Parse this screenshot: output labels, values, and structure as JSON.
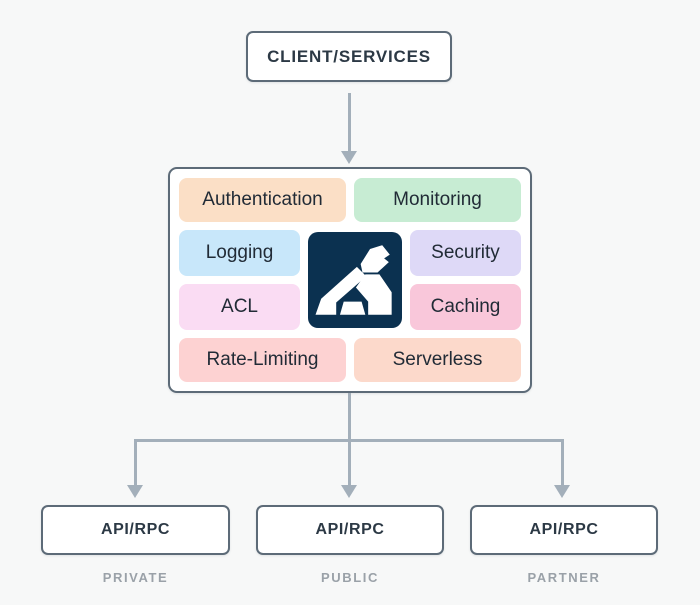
{
  "client_node": {
    "label": "CLIENT/SERVICES"
  },
  "gateway": {
    "logo": {
      "name": "kong-gorilla",
      "background": "#0b3150",
      "glyph_color": "#ffffff"
    },
    "plugins": [
      {
        "label": "Authentication",
        "color": "#fbdfc6"
      },
      {
        "label": "Monitoring",
        "color": "#c7ecd3"
      },
      {
        "label": "Logging",
        "color": "#c8e7fa"
      },
      {
        "label": "Security",
        "color": "#ded9f7"
      },
      {
        "label": "ACL",
        "color": "#fadcf3"
      },
      {
        "label": "Caching",
        "color": "#f9c7da"
      },
      {
        "label": "Rate-Limiting",
        "color": "#fdd2d2"
      },
      {
        "label": "Serverless",
        "color": "#fcd9cb"
      }
    ]
  },
  "endpoints": [
    {
      "label": "API/RPC",
      "caption": "PRIVATE"
    },
    {
      "label": "API/RPC",
      "caption": "PUBLIC"
    },
    {
      "label": "API/RPC",
      "caption": "PARTNER"
    }
  ],
  "colors": {
    "background": "#f7f8f8",
    "node_border": "#5d6b78",
    "node_text": "#2c3945",
    "arrow": "#a3afba",
    "caption_text": "#9aa1a8",
    "plugin_text": "#212b36"
  }
}
